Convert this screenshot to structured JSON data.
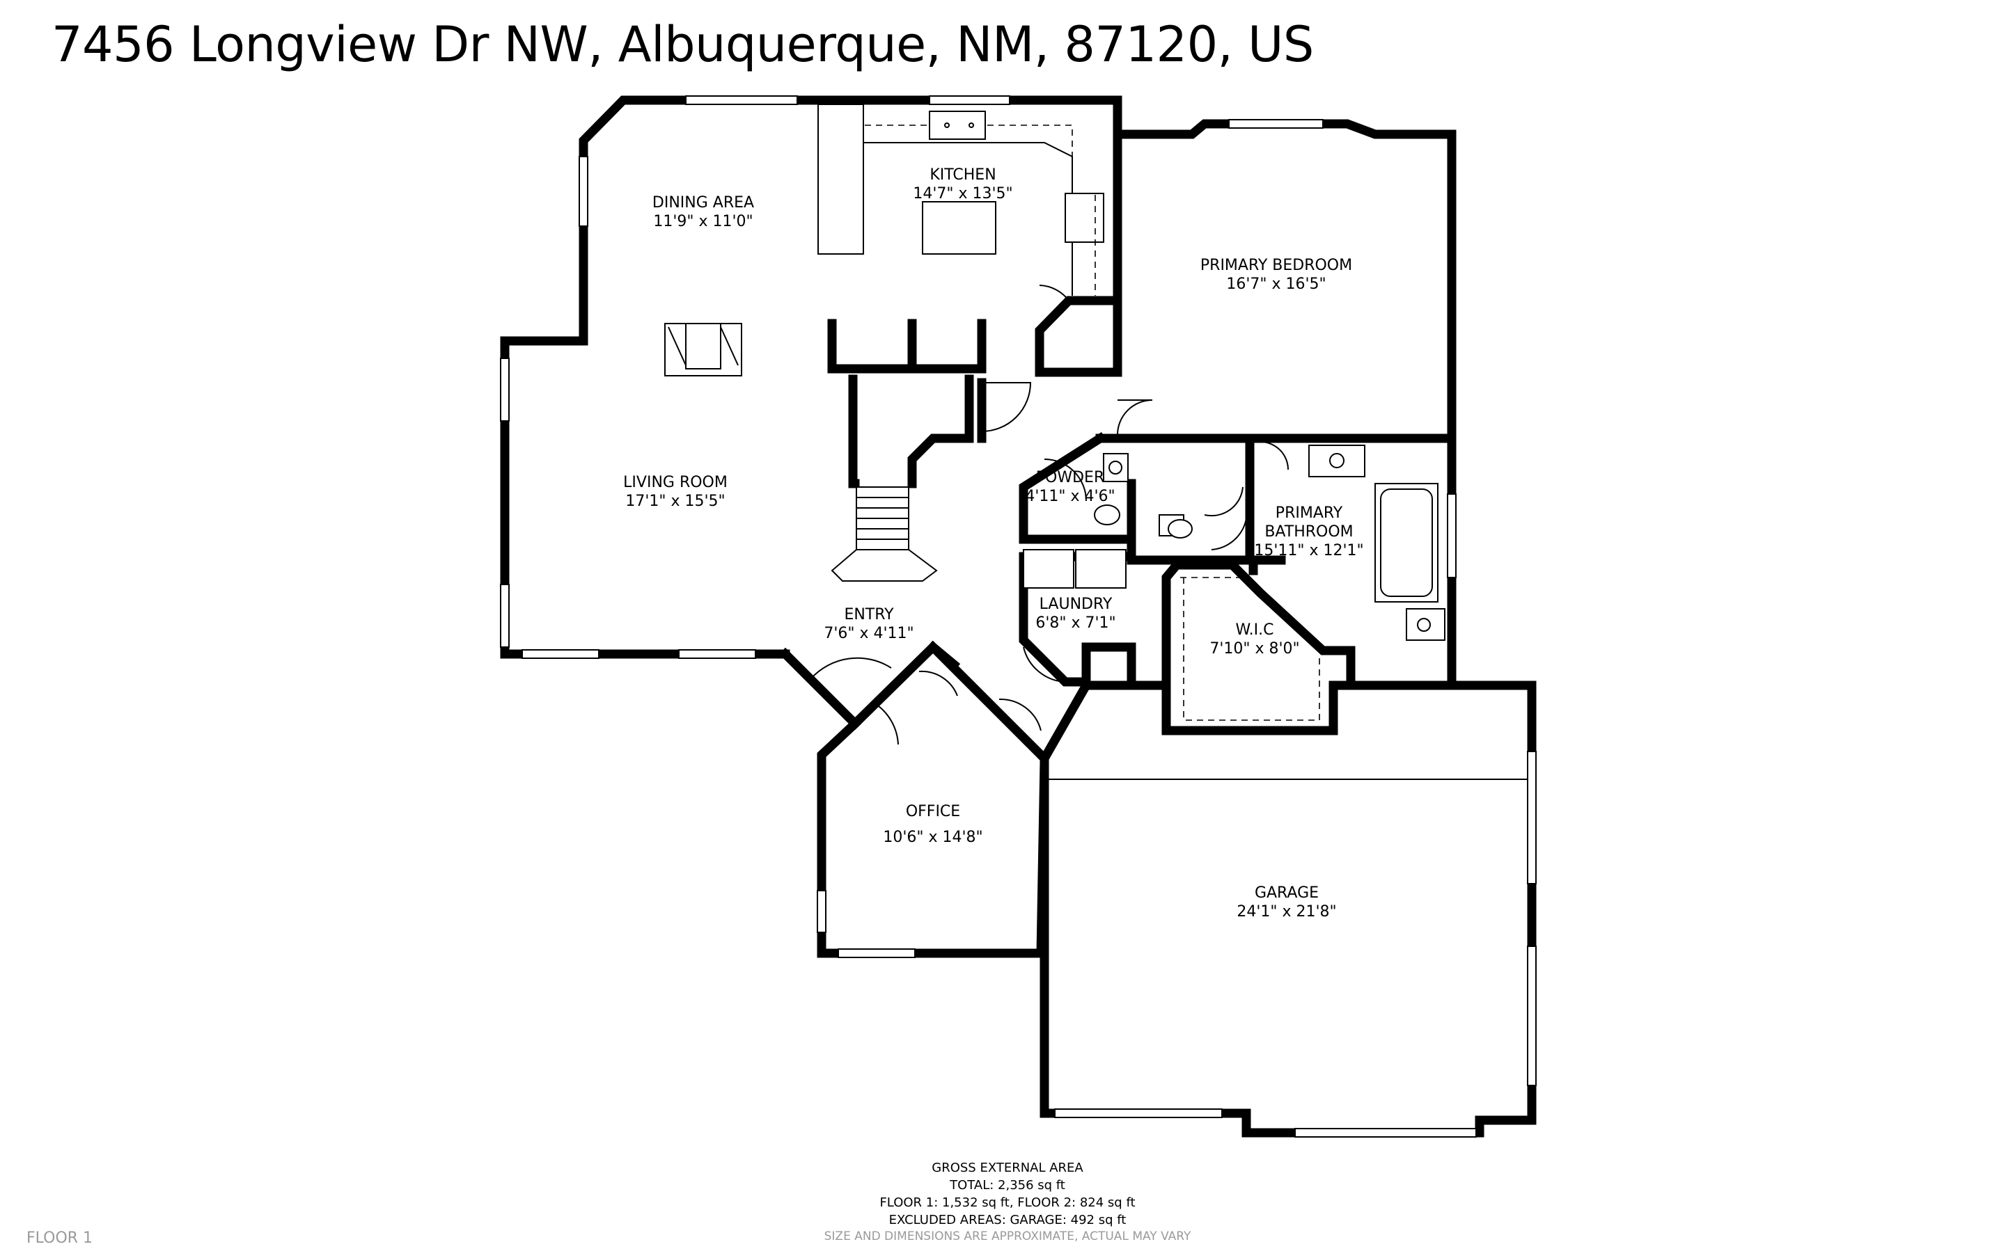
{
  "address": "7456 Longview Dr NW, Albuquerque, NM, 87120, US",
  "rooms": {
    "kitchen": {
      "name": "KITCHEN",
      "dims": "14'7\" x 13'5\""
    },
    "dining": {
      "name": "DINING AREA",
      "dims": "11'9\" x 11'0\""
    },
    "primary_bedroom": {
      "name": "PRIMARY BEDROOM",
      "dims": "16'7\" x 16'5\""
    },
    "living": {
      "name": "LIVING ROOM",
      "dims": "17'1\" x 15'5\""
    },
    "powder": {
      "name": "POWDER",
      "dims": "4'11\" x 4'6\""
    },
    "primary_bath": {
      "name_line1": "PRIMARY",
      "name_line2": "BATHROOM",
      "dims": "15'11\" x 12'1\""
    },
    "laundry": {
      "name": "LAUNDRY",
      "dims": "6'8\" x 7'1\""
    },
    "entry": {
      "name": "ENTRY",
      "dims": "7'6\" x 4'11\""
    },
    "wic": {
      "name": "W.I.C",
      "dims": "7'10\" x 8'0\""
    },
    "office": {
      "name": "OFFICE",
      "dims": "10'6\" x 14'8\""
    },
    "garage": {
      "name": "GARAGE",
      "dims": "24'1\" x 21'8\""
    }
  },
  "area": {
    "heading": "GROSS EXTERNAL AREA",
    "total": "TOTAL: 2,356 sq ft",
    "floors": "FLOOR 1: 1,532 sq ft, FLOOR 2: 824 sq ft",
    "excluded": "EXCLUDED AREAS: GARAGE: 492 sq ft"
  },
  "disclaimer": "SIZE AND DIMENSIONS ARE APPROXIMATE, ACTUAL MAY VARY",
  "floor_label": "FLOOR 1"
}
